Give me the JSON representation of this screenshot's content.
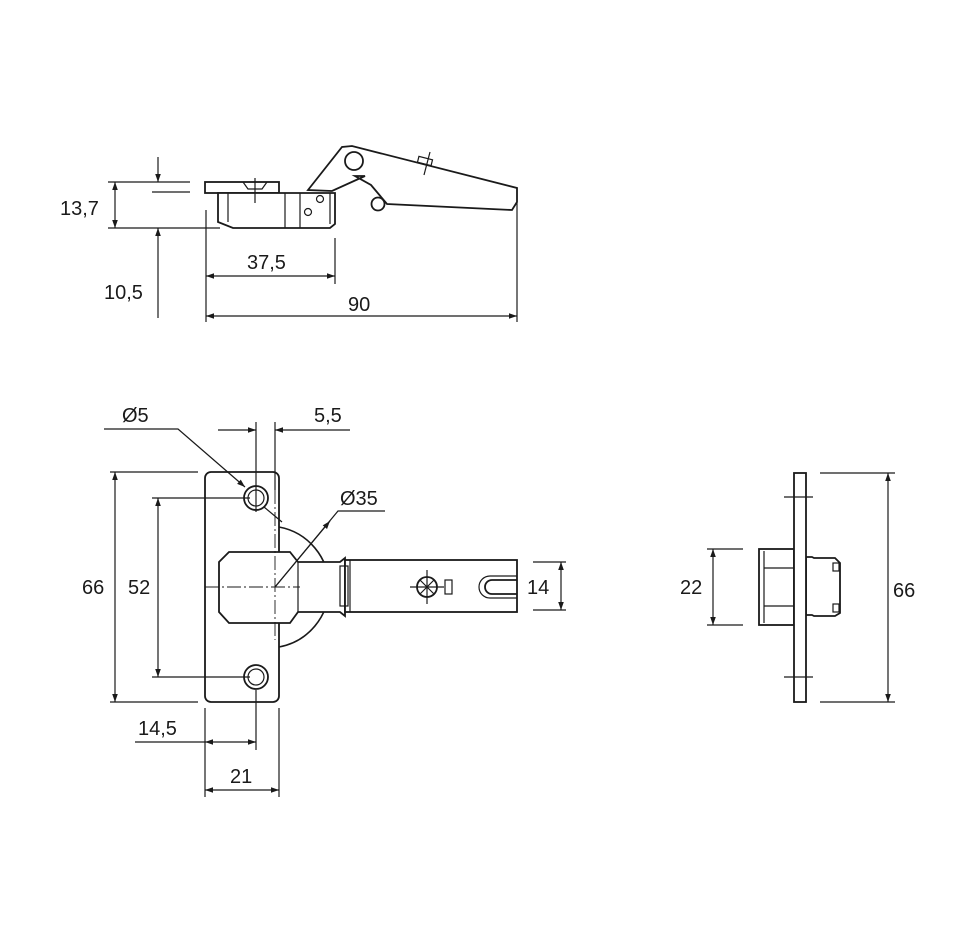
{
  "title": "Concealed cabinet hinge dimension drawing",
  "side_view": {
    "dim_height": "13,7",
    "dim_offset": "10,5",
    "dim_cup_length": "37,5",
    "dim_total_length": "90"
  },
  "front_view": {
    "dim_hole_diameter": "Ø5",
    "dim_hole_offset": "5,5",
    "dim_cup_diameter": "Ø35",
    "dim_plate_height": "66",
    "dim_hole_spacing": "52",
    "dim_arm_width": "14",
    "dim_hole_edge": "14,5",
    "dim_plate_width": "21"
  },
  "end_view": {
    "dim_cup_width": "22",
    "dim_plate_height": "66"
  }
}
